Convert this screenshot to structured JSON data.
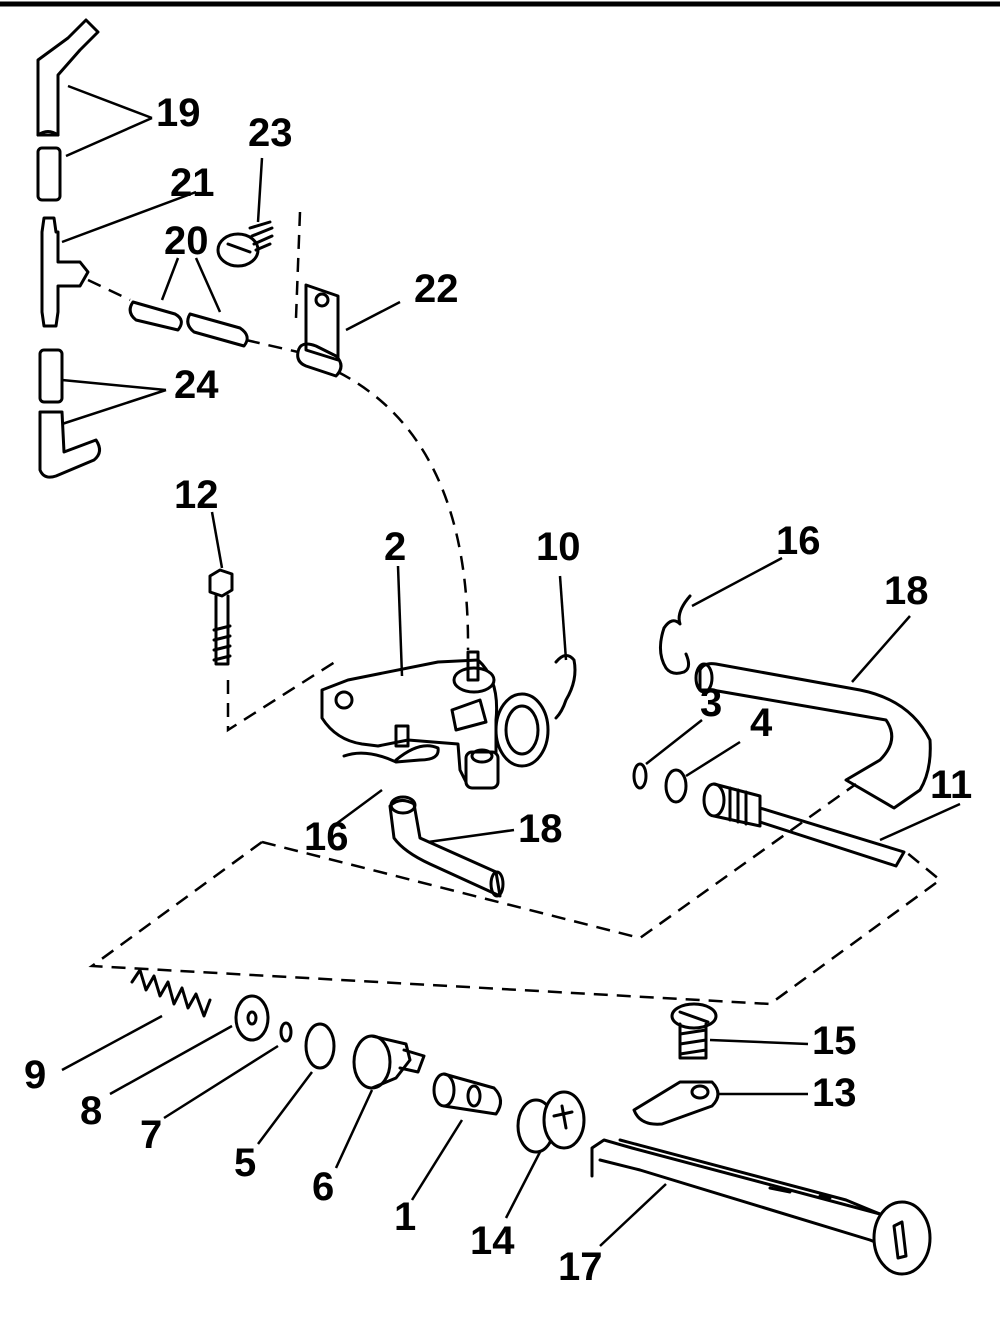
{
  "diagram": {
    "labels": [
      {
        "id": "l19",
        "text": "19"
      },
      {
        "id": "l23",
        "text": "23"
      },
      {
        "id": "l21",
        "text": "21"
      },
      {
        "id": "l20",
        "text": "20"
      },
      {
        "id": "l22",
        "text": "22"
      },
      {
        "id": "l24",
        "text": "24"
      },
      {
        "id": "l12",
        "text": "12"
      },
      {
        "id": "l2",
        "text": "2"
      },
      {
        "id": "l10",
        "text": "10"
      },
      {
        "id": "l16a",
        "text": "16"
      },
      {
        "id": "l18a",
        "text": "18"
      },
      {
        "id": "l3",
        "text": "3"
      },
      {
        "id": "l4",
        "text": "4"
      },
      {
        "id": "l11",
        "text": "11"
      },
      {
        "id": "l16b",
        "text": "16"
      },
      {
        "id": "l18b",
        "text": "18"
      },
      {
        "id": "l15",
        "text": "15"
      },
      {
        "id": "l13",
        "text": "13"
      },
      {
        "id": "l9",
        "text": "9"
      },
      {
        "id": "l8",
        "text": "8"
      },
      {
        "id": "l7",
        "text": "7"
      },
      {
        "id": "l5",
        "text": "5"
      },
      {
        "id": "l6",
        "text": "6"
      },
      {
        "id": "l1",
        "text": "1"
      },
      {
        "id": "l14",
        "text": "14"
      },
      {
        "id": "l17",
        "text": "17"
      }
    ]
  }
}
